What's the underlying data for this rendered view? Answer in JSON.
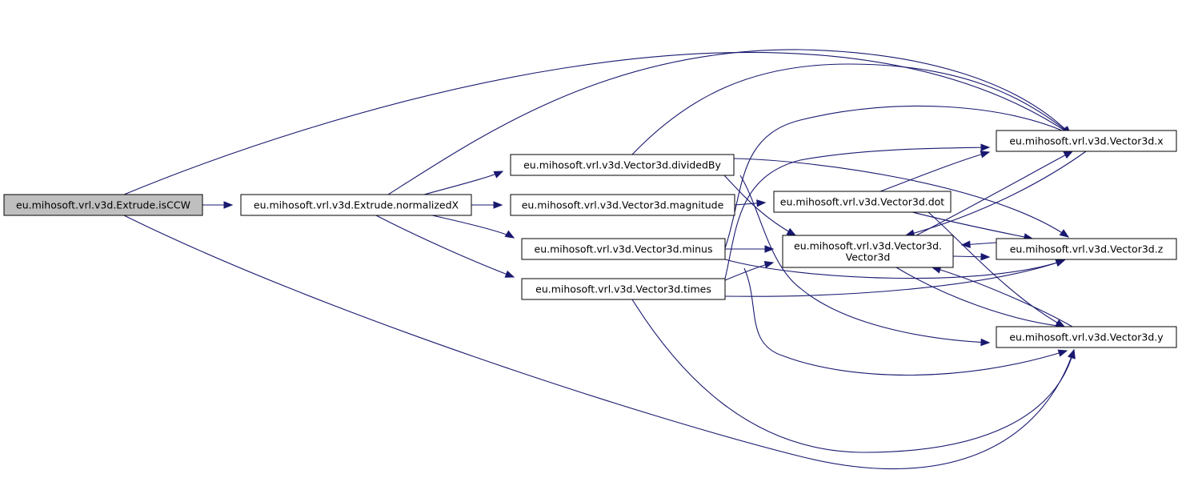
{
  "graph": {
    "nodes": [
      {
        "id": "isCCW",
        "lines": [
          "eu.mihosoft.vrl.v3d.Extrude.isCCW"
        ],
        "highlighted": true
      },
      {
        "id": "normalizedX",
        "lines": [
          "eu.mihosoft.vrl.v3d.Extrude.normalizedX"
        ]
      },
      {
        "id": "dividedBy",
        "lines": [
          "eu.mihosoft.vrl.v3d.Vector3d.dividedBy"
        ]
      },
      {
        "id": "magnitude",
        "lines": [
          "eu.mihosoft.vrl.v3d.Vector3d.magnitude"
        ]
      },
      {
        "id": "minus",
        "lines": [
          "eu.mihosoft.vrl.v3d.Vector3d.minus"
        ]
      },
      {
        "id": "times",
        "lines": [
          "eu.mihosoft.vrl.v3d.Vector3d.times"
        ]
      },
      {
        "id": "dot",
        "lines": [
          "eu.mihosoft.vrl.v3d.Vector3d.dot"
        ]
      },
      {
        "id": "ctor",
        "lines": [
          "eu.mihosoft.vrl.v3d.Vector3d.",
          "Vector3d"
        ]
      },
      {
        "id": "x",
        "lines": [
          "eu.mihosoft.vrl.v3d.Vector3d.x"
        ]
      },
      {
        "id": "z",
        "lines": [
          "eu.mihosoft.vrl.v3d.Vector3d.z"
        ]
      },
      {
        "id": "y",
        "lines": [
          "eu.mihosoft.vrl.v3d.Vector3d.y"
        ]
      }
    ],
    "edges": [
      [
        "isCCW",
        "normalizedX"
      ],
      [
        "isCCW",
        "x"
      ],
      [
        "isCCW",
        "y"
      ],
      [
        "normalizedX",
        "dividedBy"
      ],
      [
        "normalizedX",
        "magnitude"
      ],
      [
        "normalizedX",
        "minus"
      ],
      [
        "normalizedX",
        "times"
      ],
      [
        "normalizedX",
        "x"
      ],
      [
        "dividedBy",
        "ctor"
      ],
      [
        "dividedBy",
        "x"
      ],
      [
        "dividedBy",
        "z"
      ],
      [
        "dividedBy",
        "y"
      ],
      [
        "magnitude",
        "dot"
      ],
      [
        "minus",
        "ctor"
      ],
      [
        "minus",
        "x"
      ],
      [
        "minus",
        "z"
      ],
      [
        "minus",
        "y"
      ],
      [
        "times",
        "ctor"
      ],
      [
        "times",
        "x"
      ],
      [
        "times",
        "z"
      ],
      [
        "times",
        "y"
      ],
      [
        "dot",
        "x"
      ],
      [
        "dot",
        "z"
      ],
      [
        "dot",
        "y"
      ],
      [
        "ctor",
        "x"
      ],
      [
        "ctor",
        "z"
      ],
      [
        "ctor",
        "y"
      ],
      [
        "x",
        "ctor"
      ],
      [
        "z",
        "ctor"
      ],
      [
        "y",
        "ctor"
      ]
    ],
    "colors": {
      "edge": "#191970",
      "highlight_fill": "#bfbfbf",
      "node_border": "#000000"
    }
  }
}
